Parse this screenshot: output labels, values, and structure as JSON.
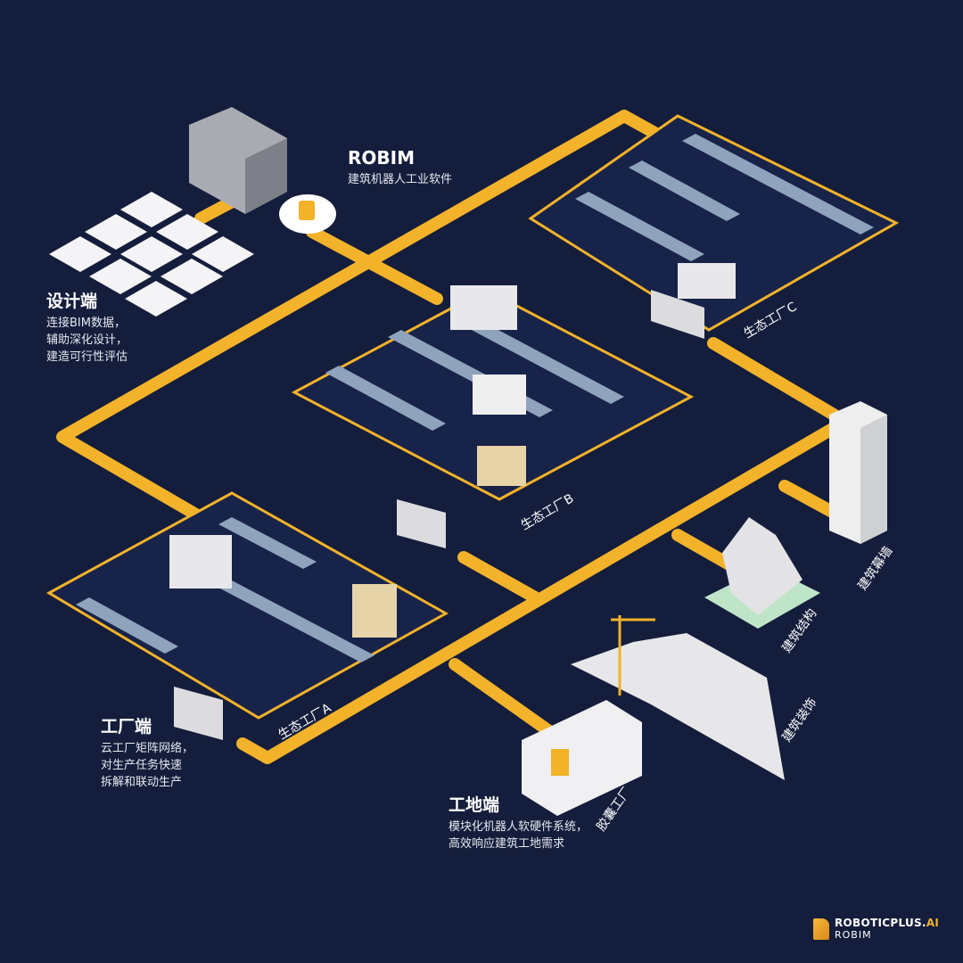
{
  "colors": {
    "background": "#141d3b",
    "path": "#f2b22a",
    "accent": "#f2b22a"
  },
  "robim": {
    "title": "ROBIM",
    "subtitle": "建筑机器人工业软件"
  },
  "design": {
    "title": "设计端",
    "lines": [
      "连接BIM数据，",
      "辅助深化设计，",
      "建造可行性评估"
    ]
  },
  "factory": {
    "title": "工厂端",
    "lines": [
      "云工厂矩阵网络，",
      "对生产任务快速",
      "拆解和联动生产"
    ]
  },
  "site": {
    "title": "工地端",
    "lines": [
      "模块化机器人软硬件系统，",
      "高效响应建筑工地需求"
    ]
  },
  "labels": {
    "factory_a": "生态工厂A",
    "factory_b": "生态工厂B",
    "factory_c": "生态工厂C",
    "curtain_wall": "建筑幕墙",
    "structure": "建筑结构",
    "decoration": "建筑装饰",
    "capsule": "胶囊工厂"
  },
  "logo": {
    "brand_main": "ROBOTICPLUS.",
    "brand_suffix": "AI",
    "product": "ROBIM"
  }
}
